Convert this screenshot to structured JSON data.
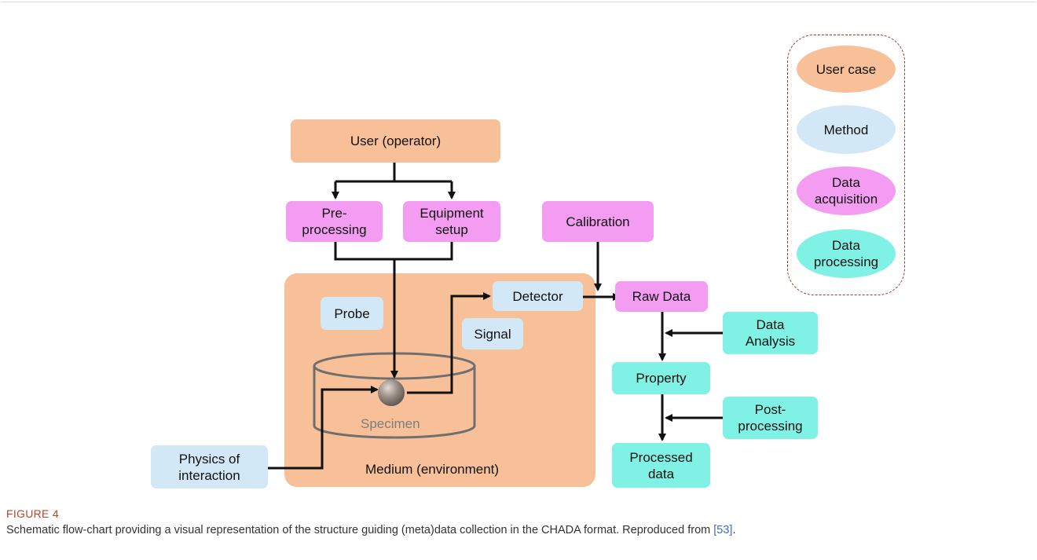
{
  "diagram": {
    "user": "User (operator)",
    "preprocessing": "Pre-\nprocessing",
    "equipment_setup": "Equipment\nsetup",
    "calibration": "Calibration",
    "probe": "Probe",
    "detector": "Detector",
    "signal": "Signal",
    "specimen": "Specimen",
    "medium": "Medium (environment)",
    "physics": "Physics of\ninteraction",
    "raw_data": "Raw Data",
    "data_analysis": "Data\nAnalysis",
    "property": "Property",
    "post_processing": "Post-\nprocessing",
    "processed_data": "Processed\ndata"
  },
  "legend": {
    "items": [
      {
        "label": "User case",
        "color": "#f8c098"
      },
      {
        "label": "Method",
        "color": "#d3e8f7"
      },
      {
        "label": "Data\nacquisition",
        "color": "#f39cf2"
      },
      {
        "label": "Data\nprocessing",
        "color": "#7ff1e5"
      }
    ]
  },
  "figure": {
    "label": "FIGURE 4",
    "caption": "Schematic flow-chart providing a visual representation of the structure guiding (meta)data collection in the CHADA format. Reproduced from ",
    "ref": "[53]",
    "caption_end": "."
  }
}
